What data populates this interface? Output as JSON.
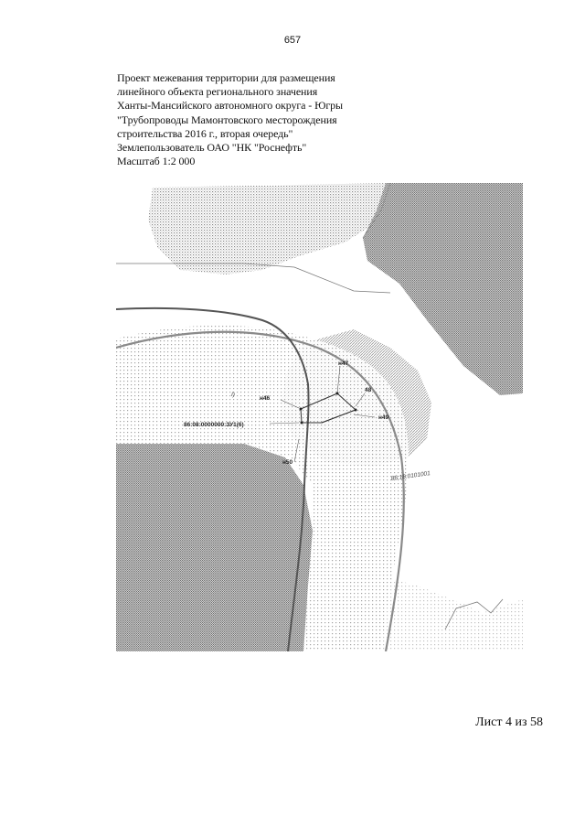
{
  "page_number": "657",
  "title_lines": [
    "Проект межевания территории для размещения",
    "линейного объекта регионального значения",
    "Ханты-Мансийского автономного округа - Югры",
    "\"Трубопроводы Мамонтовского месторождения",
    "строительства 2016 г., вторая очередь\"",
    "Землепользователь ОАО \"НК \"Роснефть\"",
    "Масштаб 1:2 000"
  ],
  "map": {
    "labels": {
      "n47": "н47",
      "p48": "48",
      "n46": "н46",
      "n49": "н49",
      "parcel": "86:08:0000000:ЗУ1(6)",
      "n50": "н50",
      "cadastral_quarter": "86:18:0101001",
      "small_mark": "I)"
    }
  },
  "sheet_label": "Лист 4 из 58"
}
